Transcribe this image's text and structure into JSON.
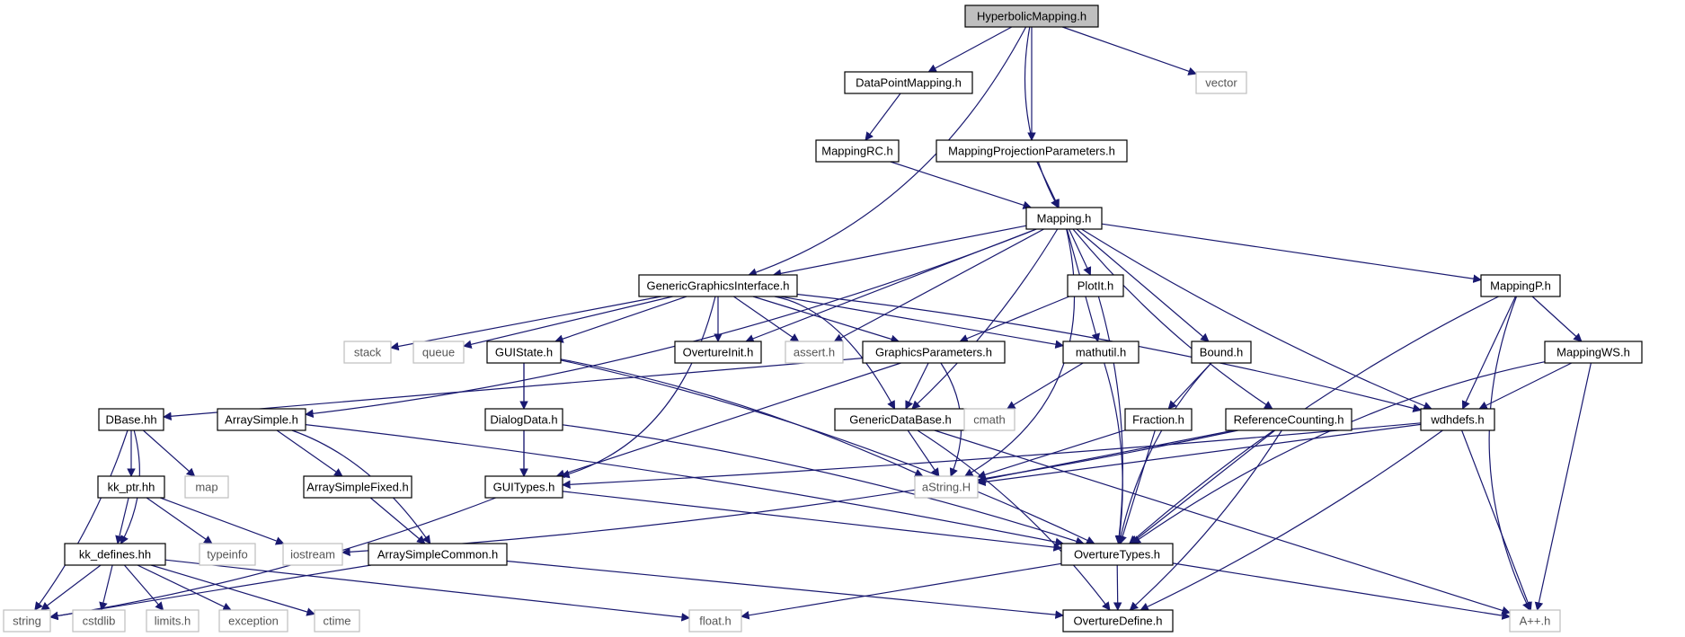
{
  "diagram": {
    "type": "include-dependency-graph",
    "colors": {
      "edge": "#191970",
      "root_fill": "#bfbfbf",
      "root_border": "#000000",
      "documented_border": "#000000",
      "external_border": "#bfbfbf",
      "external_text": "#555555",
      "fill": "#ffffff",
      "text": "#000000"
    },
    "nodes": [
      {
        "id": "hyperbolic",
        "label": "HyperbolicMapping.h",
        "kind": "root"
      },
      {
        "id": "dpm",
        "label": "DataPointMapping.h",
        "kind": "doc"
      },
      {
        "id": "vector",
        "label": "vector",
        "kind": "ext"
      },
      {
        "id": "mrc",
        "label": "MappingRC.h",
        "kind": "doc"
      },
      {
        "id": "mpp",
        "label": "MappingProjectionParameters.h",
        "kind": "doc"
      },
      {
        "id": "mapping",
        "label": "Mapping.h",
        "kind": "doc"
      },
      {
        "id": "ggi",
        "label": "GenericGraphicsInterface.h",
        "kind": "doc"
      },
      {
        "id": "plotit",
        "label": "PlotIt.h",
        "kind": "doc"
      },
      {
        "id": "mappingp",
        "label": "MappingP.h",
        "kind": "doc"
      },
      {
        "id": "stack",
        "label": "stack",
        "kind": "ext"
      },
      {
        "id": "queue",
        "label": "queue",
        "kind": "ext"
      },
      {
        "id": "guistate",
        "label": "GUIState.h",
        "kind": "doc"
      },
      {
        "id": "ovinit",
        "label": "OvertureInit.h",
        "kind": "doc"
      },
      {
        "id": "assert",
        "label": "assert.h",
        "kind": "ext"
      },
      {
        "id": "gp",
        "label": "GraphicsParameters.h",
        "kind": "doc"
      },
      {
        "id": "mathutil",
        "label": "mathutil.h",
        "kind": "doc"
      },
      {
        "id": "bound",
        "label": "Bound.h",
        "kind": "doc"
      },
      {
        "id": "mws",
        "label": "MappingWS.h",
        "kind": "doc"
      },
      {
        "id": "dbase",
        "label": "DBase.hh",
        "kind": "doc"
      },
      {
        "id": "arraysimple",
        "label": "ArraySimple.h",
        "kind": "doc"
      },
      {
        "id": "dialogdata",
        "label": "DialogData.h",
        "kind": "doc"
      },
      {
        "id": "gdb",
        "label": "GenericDataBase.h",
        "kind": "doc"
      },
      {
        "id": "cmath",
        "label": "cmath",
        "kind": "ext"
      },
      {
        "id": "fraction",
        "label": "Fraction.h",
        "kind": "doc"
      },
      {
        "id": "refcount",
        "label": "ReferenceCounting.h",
        "kind": "doc"
      },
      {
        "id": "wdhdefs",
        "label": "wdhdefs.h",
        "kind": "doc"
      },
      {
        "id": "map",
        "label": "map",
        "kind": "ext"
      },
      {
        "id": "kkptr",
        "label": "kk_ptr.hh",
        "kind": "doc"
      },
      {
        "id": "asf",
        "label": "ArraySimpleFixed.h",
        "kind": "doc"
      },
      {
        "id": "guitypes",
        "label": "GUITypes.h",
        "kind": "doc"
      },
      {
        "id": "astring",
        "label": "aString.H",
        "kind": "ext"
      },
      {
        "id": "kkdef",
        "label": "kk_defines.hh",
        "kind": "doc"
      },
      {
        "id": "typeinfo",
        "label": "typeinfo",
        "kind": "ext"
      },
      {
        "id": "iostream",
        "label": "iostream",
        "kind": "ext"
      },
      {
        "id": "asc",
        "label": "ArraySimpleCommon.h",
        "kind": "doc"
      },
      {
        "id": "ovtypes",
        "label": "OvertureTypes.h",
        "kind": "doc"
      },
      {
        "id": "string",
        "label": "string",
        "kind": "ext"
      },
      {
        "id": "cstdlib",
        "label": "cstdlib",
        "kind": "ext"
      },
      {
        "id": "limits",
        "label": "limits.h",
        "kind": "ext"
      },
      {
        "id": "exception",
        "label": "exception",
        "kind": "ext"
      },
      {
        "id": "ctime",
        "label": "ctime",
        "kind": "ext"
      },
      {
        "id": "float",
        "label": "float.h",
        "kind": "ext"
      },
      {
        "id": "ovdefine",
        "label": "OvertureDefine.h",
        "kind": "doc"
      },
      {
        "id": "app",
        "label": "A++.h",
        "kind": "ext"
      }
    ],
    "edges": [
      [
        "hyperbolic",
        "dpm"
      ],
      [
        "hyperbolic",
        "mpp"
      ],
      [
        "hyperbolic",
        "mapping"
      ],
      [
        "hyperbolic",
        "vector"
      ],
      [
        "hyperbolic",
        "ggi"
      ],
      [
        "dpm",
        "mrc"
      ],
      [
        "mrc",
        "mapping"
      ],
      [
        "mpp",
        "mapping"
      ],
      [
        "mapping",
        "ggi"
      ],
      [
        "mapping",
        "arraysimple"
      ],
      [
        "mapping",
        "astring"
      ],
      [
        "mapping",
        "ovinit"
      ],
      [
        "mapping",
        "assert"
      ],
      [
        "mapping",
        "plotit"
      ],
      [
        "mapping",
        "mathutil"
      ],
      [
        "mapping",
        "gdb"
      ],
      [
        "mapping",
        "bound"
      ],
      [
        "mapping",
        "refcount"
      ],
      [
        "mapping",
        "wdhdefs"
      ],
      [
        "mapping",
        "mappingp"
      ],
      [
        "ggi",
        "guitypes"
      ],
      [
        "ggi",
        "stack"
      ],
      [
        "ggi",
        "queue"
      ],
      [
        "ggi",
        "guistate"
      ],
      [
        "ggi",
        "ovinit"
      ],
      [
        "ggi",
        "assert"
      ],
      [
        "ggi",
        "gp"
      ],
      [
        "ggi",
        "mathutil"
      ],
      [
        "ggi",
        "wdhdefs"
      ],
      [
        "ggi",
        "gdb"
      ],
      [
        "plotit",
        "gp"
      ],
      [
        "plotit",
        "ovtypes"
      ],
      [
        "mappingp",
        "wdhdefs"
      ],
      [
        "mappingp",
        "mws"
      ],
      [
        "mappingp",
        "ovtypes"
      ],
      [
        "mappingp",
        "app"
      ],
      [
        "mws",
        "wdhdefs"
      ],
      [
        "mws",
        "ovtypes"
      ],
      [
        "mws",
        "app"
      ],
      [
        "guistate",
        "dialogdata"
      ],
      [
        "guistate",
        "guitypes"
      ],
      [
        "guistate",
        "astring"
      ],
      [
        "guistate",
        "ovtypes"
      ],
      [
        "gp",
        "dbase"
      ],
      [
        "gp",
        "gdb"
      ],
      [
        "gp",
        "guitypes"
      ],
      [
        "gp",
        "astring"
      ],
      [
        "mathutil",
        "cmath"
      ],
      [
        "mathutil",
        "ovtypes"
      ],
      [
        "bound",
        "fraction"
      ],
      [
        "bound",
        "ovtypes"
      ],
      [
        "dbase",
        "map"
      ],
      [
        "dbase",
        "kkptr"
      ],
      [
        "dbase",
        "kkdef"
      ],
      [
        "dbase",
        "string"
      ],
      [
        "arraysimple",
        "asf"
      ],
      [
        "arraysimple",
        "asc"
      ],
      [
        "arraysimple",
        "ovtypes"
      ],
      [
        "dialogdata",
        "guitypes"
      ],
      [
        "dialogdata",
        "ovtypes"
      ],
      [
        "gdb",
        "astring"
      ],
      [
        "gdb",
        "ovdefine"
      ],
      [
        "gdb",
        "app"
      ],
      [
        "fraction",
        "astring"
      ],
      [
        "fraction",
        "ovtypes"
      ],
      [
        "refcount",
        "astring"
      ],
      [
        "refcount",
        "ovtypes"
      ],
      [
        "refcount",
        "ovdefine"
      ],
      [
        "refcount",
        "iostream"
      ],
      [
        "wdhdefs",
        "guitypes"
      ],
      [
        "wdhdefs",
        "astring"
      ],
      [
        "wdhdefs",
        "ovdefine"
      ],
      [
        "wdhdefs",
        "app"
      ],
      [
        "kkptr",
        "kkdef"
      ],
      [
        "kkptr",
        "typeinfo"
      ],
      [
        "kkptr",
        "iostream"
      ],
      [
        "asf",
        "asc"
      ],
      [
        "guitypes",
        "string"
      ],
      [
        "guitypes",
        "ovtypes"
      ],
      [
        "kkdef",
        "string"
      ],
      [
        "kkdef",
        "cstdlib"
      ],
      [
        "kkdef",
        "limits"
      ],
      [
        "kkdef",
        "exception"
      ],
      [
        "kkdef",
        "ctime"
      ],
      [
        "kkdef",
        "float"
      ],
      [
        "asc",
        "string"
      ],
      [
        "asc",
        "ovdefine"
      ],
      [
        "ovtypes",
        "float"
      ],
      [
        "ovtypes",
        "ovdefine"
      ],
      [
        "ovtypes",
        "app"
      ]
    ]
  }
}
